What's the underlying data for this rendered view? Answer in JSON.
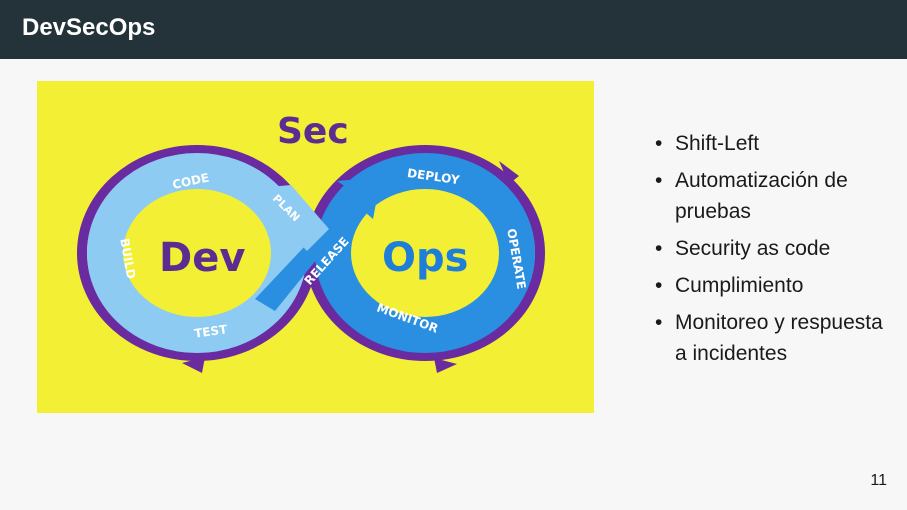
{
  "slide": {
    "title": "DevSecOps",
    "page_number": "11"
  },
  "diagram": {
    "top_label": "Sec",
    "left_center": "Dev",
    "right_center": "Ops",
    "stages": {
      "code": "CODE",
      "build": "BUILD",
      "test": "TEST",
      "plan": "PLAN",
      "release": "RELEASE",
      "deploy": "DEPLOY",
      "operate": "OPERATE",
      "monitor": "MONITOR"
    },
    "colors": {
      "background": "#f2ef35",
      "purple": "#6a2aa0",
      "light_blue": "#8ecbf2",
      "blue": "#2a8fe0",
      "dev_text": "#5b2d91",
      "ops_text": "#1f7fd8"
    }
  },
  "bullets": [
    "Shift-Left",
    "Automatización de pruebas",
    "Security as code",
    "Cumplimiento",
    "Monitoreo y respuesta a incidentes"
  ]
}
